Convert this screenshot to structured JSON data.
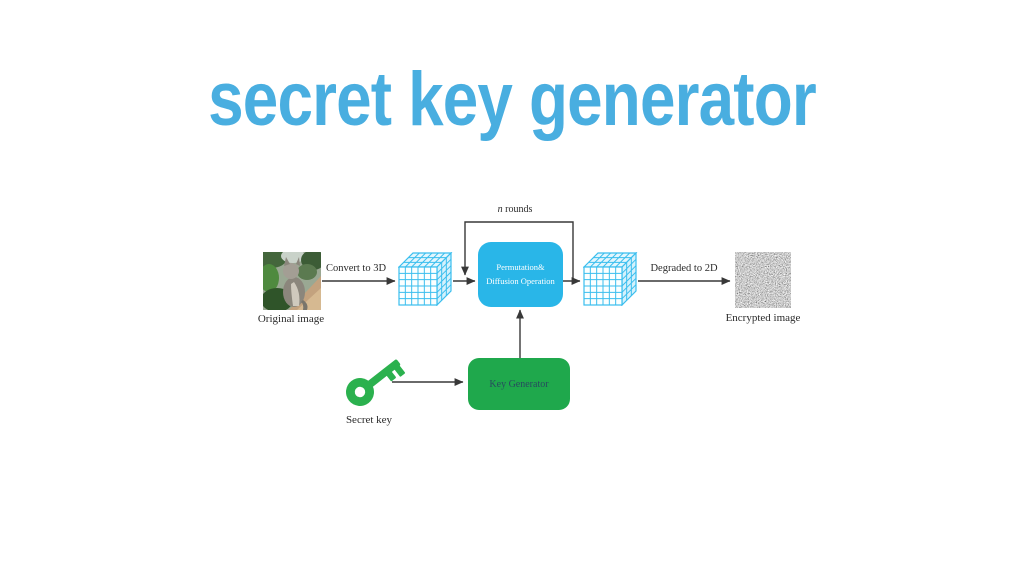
{
  "title": "secret key generator",
  "colors": {
    "title_blue": "#49aee0",
    "operation_box_cyan": "#29b6e8",
    "key_generator_green": "#1fa84c",
    "key_icon_green": "#2bb14e",
    "cube_stroke_cyan": "#3abeee",
    "arrow_gray": "#383838"
  },
  "icons": {
    "key": "key-icon",
    "cube_left": "3d-cube-icon",
    "cube_right": "3d-cube-icon",
    "original_photo": "cat-photo-thumbnail",
    "encrypted_noise": "noise-image-thumbnail"
  },
  "diagram": {
    "labels": {
      "convert": "Convert to 3D",
      "rounds_var": "n",
      "rounds_rest": " rounds",
      "degraded": "Degraded to 2D"
    },
    "captions": {
      "original": "Original image",
      "encrypted": "Encrypted image",
      "secret_key": "Secret key"
    },
    "nodes": {
      "operation_line1": "Permutation&",
      "operation_line2": "Diffusion Operation",
      "key_generator": "Key Generator"
    }
  }
}
